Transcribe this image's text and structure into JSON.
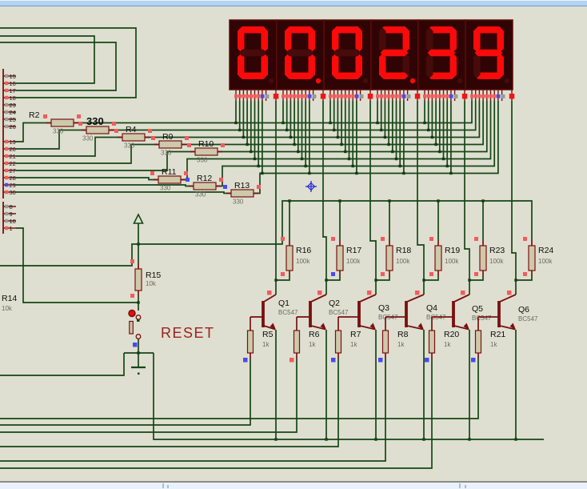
{
  "display": {
    "digits": [
      {
        "char": "0",
        "dp": false
      },
      {
        "char": "0",
        "dp": true
      },
      {
        "char": "0",
        "dp": false
      },
      {
        "char": "2",
        "dp": true
      },
      {
        "char": "3",
        "dp": false
      },
      {
        "char": "9",
        "dp": false
      }
    ],
    "reading": "00.02.39"
  },
  "chip_pins": {
    "group1": [
      {
        "n": "15",
        "c": "gray"
      },
      {
        "n": "16",
        "c": "red"
      },
      {
        "n": "17",
        "c": "red"
      },
      {
        "n": "18",
        "c": "red"
      },
      {
        "n": "23",
        "c": "gray"
      },
      {
        "n": "24",
        "c": "gray"
      },
      {
        "n": "25",
        "c": "gray"
      },
      {
        "n": "26",
        "c": "gray"
      }
    ],
    "group2": [
      {
        "n": "19",
        "c": "red"
      },
      {
        "n": "20",
        "c": "red"
      },
      {
        "n": "21",
        "c": "red"
      },
      {
        "n": "22",
        "c": "red"
      },
      {
        "n": "27",
        "c": "red"
      },
      {
        "n": "28",
        "c": "red"
      },
      {
        "n": "29",
        "c": "blue"
      },
      {
        "n": "30",
        "c": "red"
      }
    ],
    "group3": [
      {
        "n": "8",
        "c": "gray"
      },
      {
        "n": "9",
        "c": "gray"
      },
      {
        "n": "10",
        "c": "gray"
      },
      {
        "n": "1",
        "c": "red"
      }
    ]
  },
  "series_resistors": [
    {
      "name": "R2",
      "value": "330"
    },
    {
      "name": "330",
      "value": "330"
    },
    {
      "name": "R4",
      "value": "330"
    },
    {
      "name": "R9",
      "value": "330"
    },
    {
      "name": "R10",
      "value": "330"
    },
    {
      "name": "R11",
      "value": "330"
    },
    {
      "name": "R12",
      "value": "330"
    },
    {
      "name": "R13",
      "value": "330"
    }
  ],
  "pullup_resistors": [
    {
      "name": "R16",
      "value": "100k"
    },
    {
      "name": "R17",
      "value": "100k"
    },
    {
      "name": "R18",
      "value": "100k"
    },
    {
      "name": "R19",
      "value": "100k"
    },
    {
      "name": "R23",
      "value": "100k"
    },
    {
      "name": "R24",
      "value": "100k"
    }
  ],
  "transistors": [
    {
      "name": "Q1",
      "part": "BC547"
    },
    {
      "name": "Q2",
      "part": "BC547"
    },
    {
      "name": "Q3",
      "part": "BC547"
    },
    {
      "name": "Q4",
      "part": "BC547"
    },
    {
      "name": "Q5",
      "part": "BC547"
    },
    {
      "name": "Q6",
      "part": "BC547"
    }
  ],
  "base_resistors": [
    {
      "name": "R5",
      "value": "1k"
    },
    {
      "name": "R6",
      "value": "1k"
    },
    {
      "name": "R7",
      "value": "1k"
    },
    {
      "name": "R8",
      "value": "1k"
    },
    {
      "name": "R20",
      "value": "1k"
    },
    {
      "name": "R21",
      "value": "1k"
    }
  ],
  "r15": {
    "name": "R15",
    "value": "10k"
  },
  "r14": {
    "name": "R14",
    "value": "10k"
  },
  "reset_label": "RESET",
  "colors": {
    "canvas": "#dedfd0",
    "wire": "#164616",
    "component": "#7a1010",
    "resistor_fill": "#cdc9aa",
    "display_bg": "#300404",
    "segment_lit": "#fa0a0a",
    "segment_unlit": "#470b0b",
    "marker_red": "#f25c5c",
    "marker_bright_red": "#f01616",
    "marker_blue": "#4a4af2",
    "marker_gray": "#9a9a96",
    "reset_text": "#9c2121"
  }
}
